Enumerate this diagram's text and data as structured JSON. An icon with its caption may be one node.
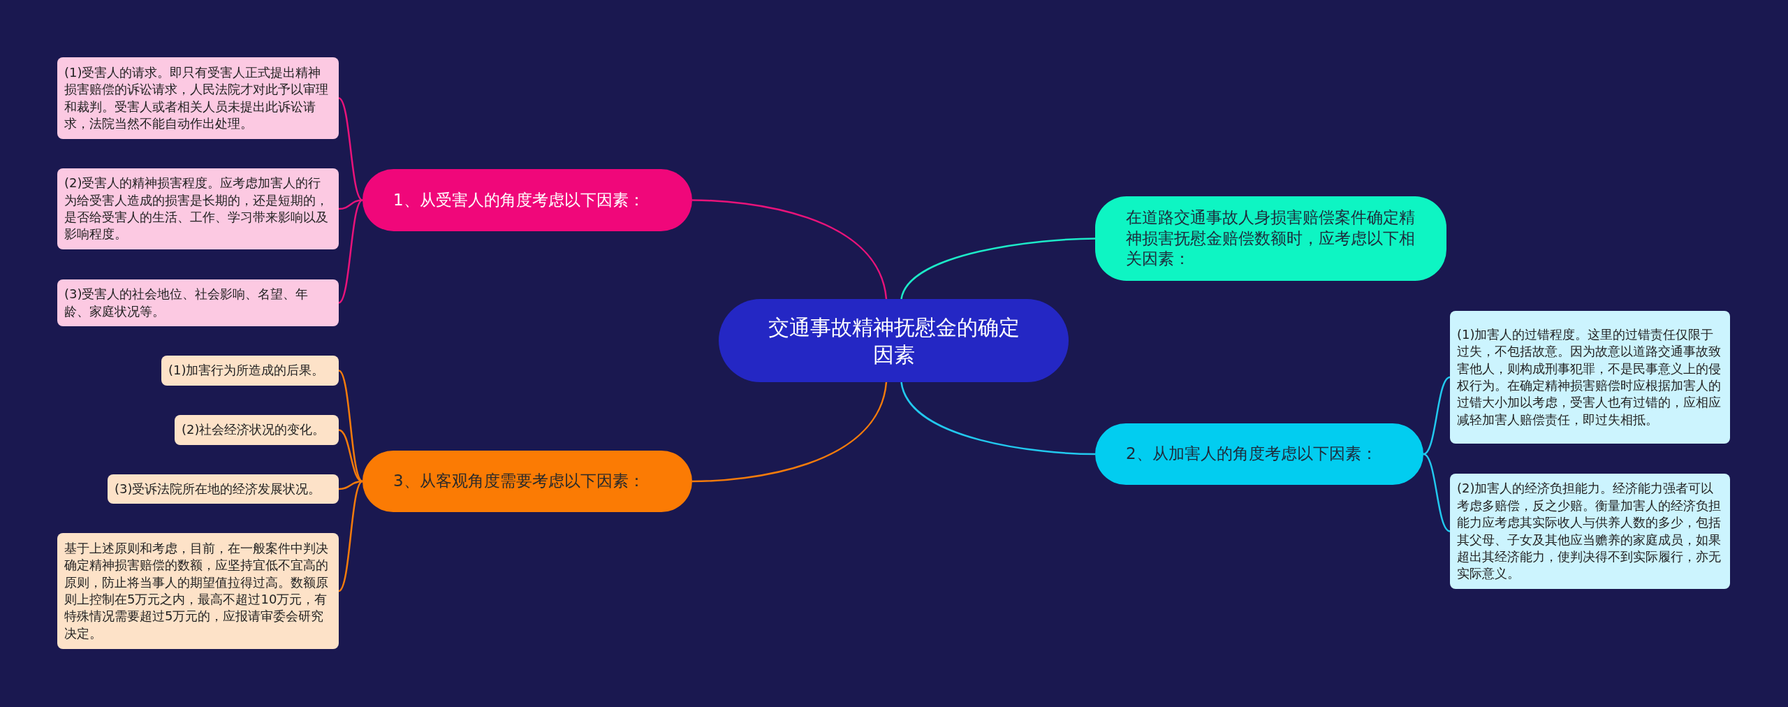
{
  "diagram": {
    "nodes": [
      {
        "text": [
          "交通事故精神抚慰金的确定因素"
        ]
      },
      {
        "text": [
          "1、从受害人的角度考虑以下因素："
        ]
      },
      {
        "text": [
          "(1)受害人的请求。即只有受害人正式提出精神损害赔偿的诉讼请求，人民法院才对此予以审理和裁判。受害人或者相关人员未提出此诉讼请求，法院当然不能自动作出处理。"
        ]
      },
      {
        "text": [
          "(2)受害人的精神损害程度。应考虑加害人的行为给受害人造成的损害是长期的，还是短期的，是否给受害人的生活、工作、学习带来影响以及影响程度。"
        ]
      },
      {
        "text": [
          "(3)受害人的社会地位、社会影响、名望、年龄、家庭状况等。"
        ]
      },
      {
        "text": [
          "3、从客观角度需要考虑以下因素："
        ]
      },
      {
        "text": [
          "(1)加害行为所造成的后果。"
        ]
      },
      {
        "text": [
          "(2)社会经济状况的变化。"
        ]
      },
      {
        "text": [
          "(3)受诉法院所在地的经济发展状况。"
        ]
      },
      {
        "text": [
          "基于上述原则和考虑，目前，在一般案件中判决确定精神损害赔偿的数额，应坚持宜低不宜高的原则，防止将当事人的期望值拉得过高。数额原则上控制在5万元之内，最高不超过10万元，有特殊情况需要超过5万元的，应报请审委会研究决定。"
        ]
      },
      {
        "text": [
          "在道路交通事故人身损害赔偿案件确定精神损害抚慰金赔偿数额时，应考虑以下相关因素："
        ]
      },
      {
        "text": [
          "2、从加害人的角度考虑以下因素："
        ]
      },
      {
        "text": [
          "(1)加害人的过错程度。这里的过错责任仅限于过失，不包括故意。因为故意以道路交通事故致害他人，则构成刑事犯罪，不是民事意义上的侵权行为。在确定精神损害赔偿时应根据加害人的过错大小加以考虑，受害人也有过错的，应相应减轻加害人赔偿责任，即过失相抵。"
        ]
      },
      {
        "text": [
          "(2)加害人的经济负担能力。经济能力强者可以考虑多赔偿，反之少赔。衡量加害人的经济负担能力应考虑其实际收人与供养人数的多少，包括其父母、子女及其他应当赡养的家庭成员，如果超出其经济能力，使判决得不到实际履行，亦无实际意义。"
        ]
      }
    ],
    "edges": [
      {
        "from": 0,
        "to": 1,
        "arrow": "none",
        "color": "#e8137a"
      },
      {
        "from": 1,
        "to": 2,
        "arrow": "none",
        "color": "#e8137a"
      },
      {
        "from": 1,
        "to": 3,
        "arrow": "none",
        "color": "#e8137a"
      },
      {
        "from": 1,
        "to": 4,
        "arrow": "none",
        "color": "#e8137a"
      },
      {
        "from": 0,
        "to": 5,
        "arrow": "none",
        "color": "#f47b0c"
      },
      {
        "from": 5,
        "to": 6,
        "arrow": "none",
        "color": "#f47b0c"
      },
      {
        "from": 5,
        "to": 7,
        "arrow": "none",
        "color": "#f47b0c"
      },
      {
        "from": 5,
        "to": 8,
        "arrow": "none",
        "color": "#f47b0c"
      },
      {
        "from": 5,
        "to": 9,
        "arrow": "none",
        "color": "#f47b0c"
      },
      {
        "from": 0,
        "to": 10,
        "arrow": "none",
        "color": "#1de9c8"
      },
      {
        "from": 0,
        "to": 11,
        "arrow": "none",
        "color": "#22c8ee"
      },
      {
        "from": 11,
        "to": 12,
        "arrow": "none",
        "color": "#22c8ee"
      },
      {
        "from": 11,
        "to": 13,
        "arrow": "none",
        "color": "#22c8ee"
      }
    ]
  }
}
